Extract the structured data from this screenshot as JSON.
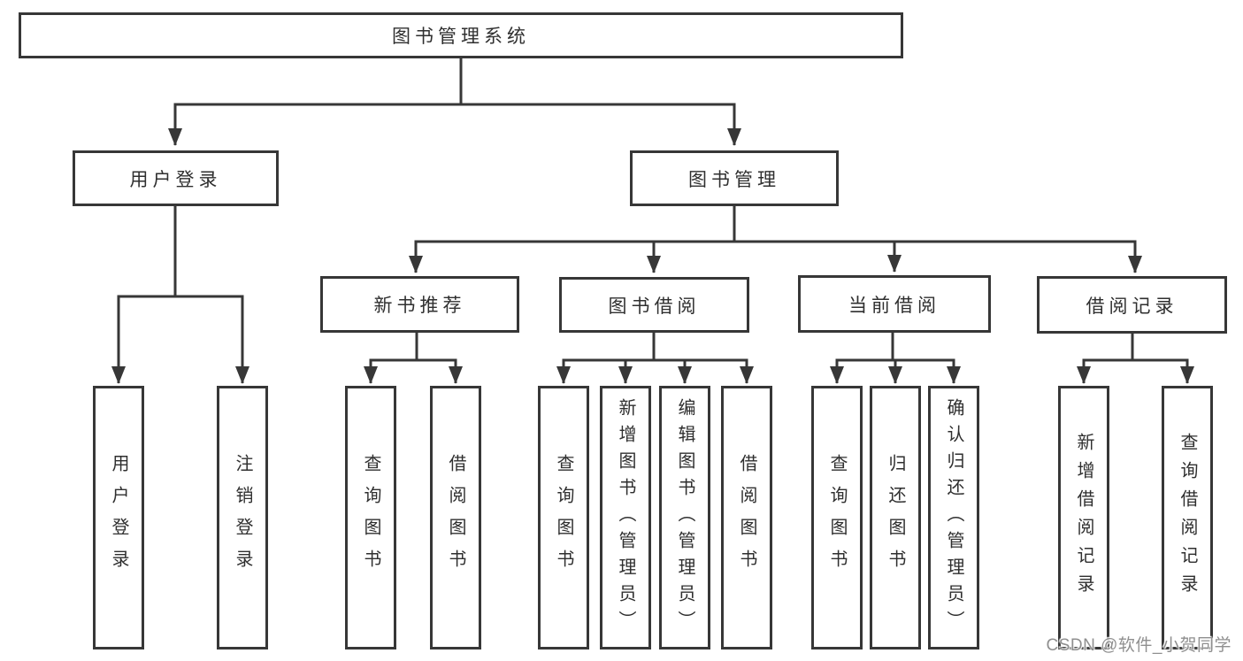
{
  "tree": {
    "label": "图书管理系统",
    "children": [
      {
        "label": "用户登录",
        "children": [
          {
            "label": "用户登录"
          },
          {
            "label": "注销登录"
          }
        ]
      },
      {
        "label": "图书管理",
        "children": [
          {
            "label": "新书推荐",
            "children": [
              {
                "label": "查询图书"
              },
              {
                "label": "借阅图书"
              }
            ]
          },
          {
            "label": "图书借阅",
            "children": [
              {
                "label": "查询图书"
              },
              {
                "label": "新增图书（管理员）"
              },
              {
                "label": "编辑图书（管理员）"
              },
              {
                "label": "借阅图书"
              }
            ]
          },
          {
            "label": "当前借阅",
            "children": [
              {
                "label": "查询图书"
              },
              {
                "label": "归还图书"
              },
              {
                "label": "确认归还（管理员）"
              }
            ]
          },
          {
            "label": "借阅记录",
            "children": [
              {
                "label": "新增借阅记录"
              },
              {
                "label": "查询借阅记录"
              }
            ]
          }
        ]
      }
    ]
  },
  "watermark": "CSDN @软件_小贺同学",
  "colors": {
    "line": "#373737",
    "text": "#2f2f2f",
    "watermark": "#8f8f8f",
    "background": "#ffffff"
  }
}
